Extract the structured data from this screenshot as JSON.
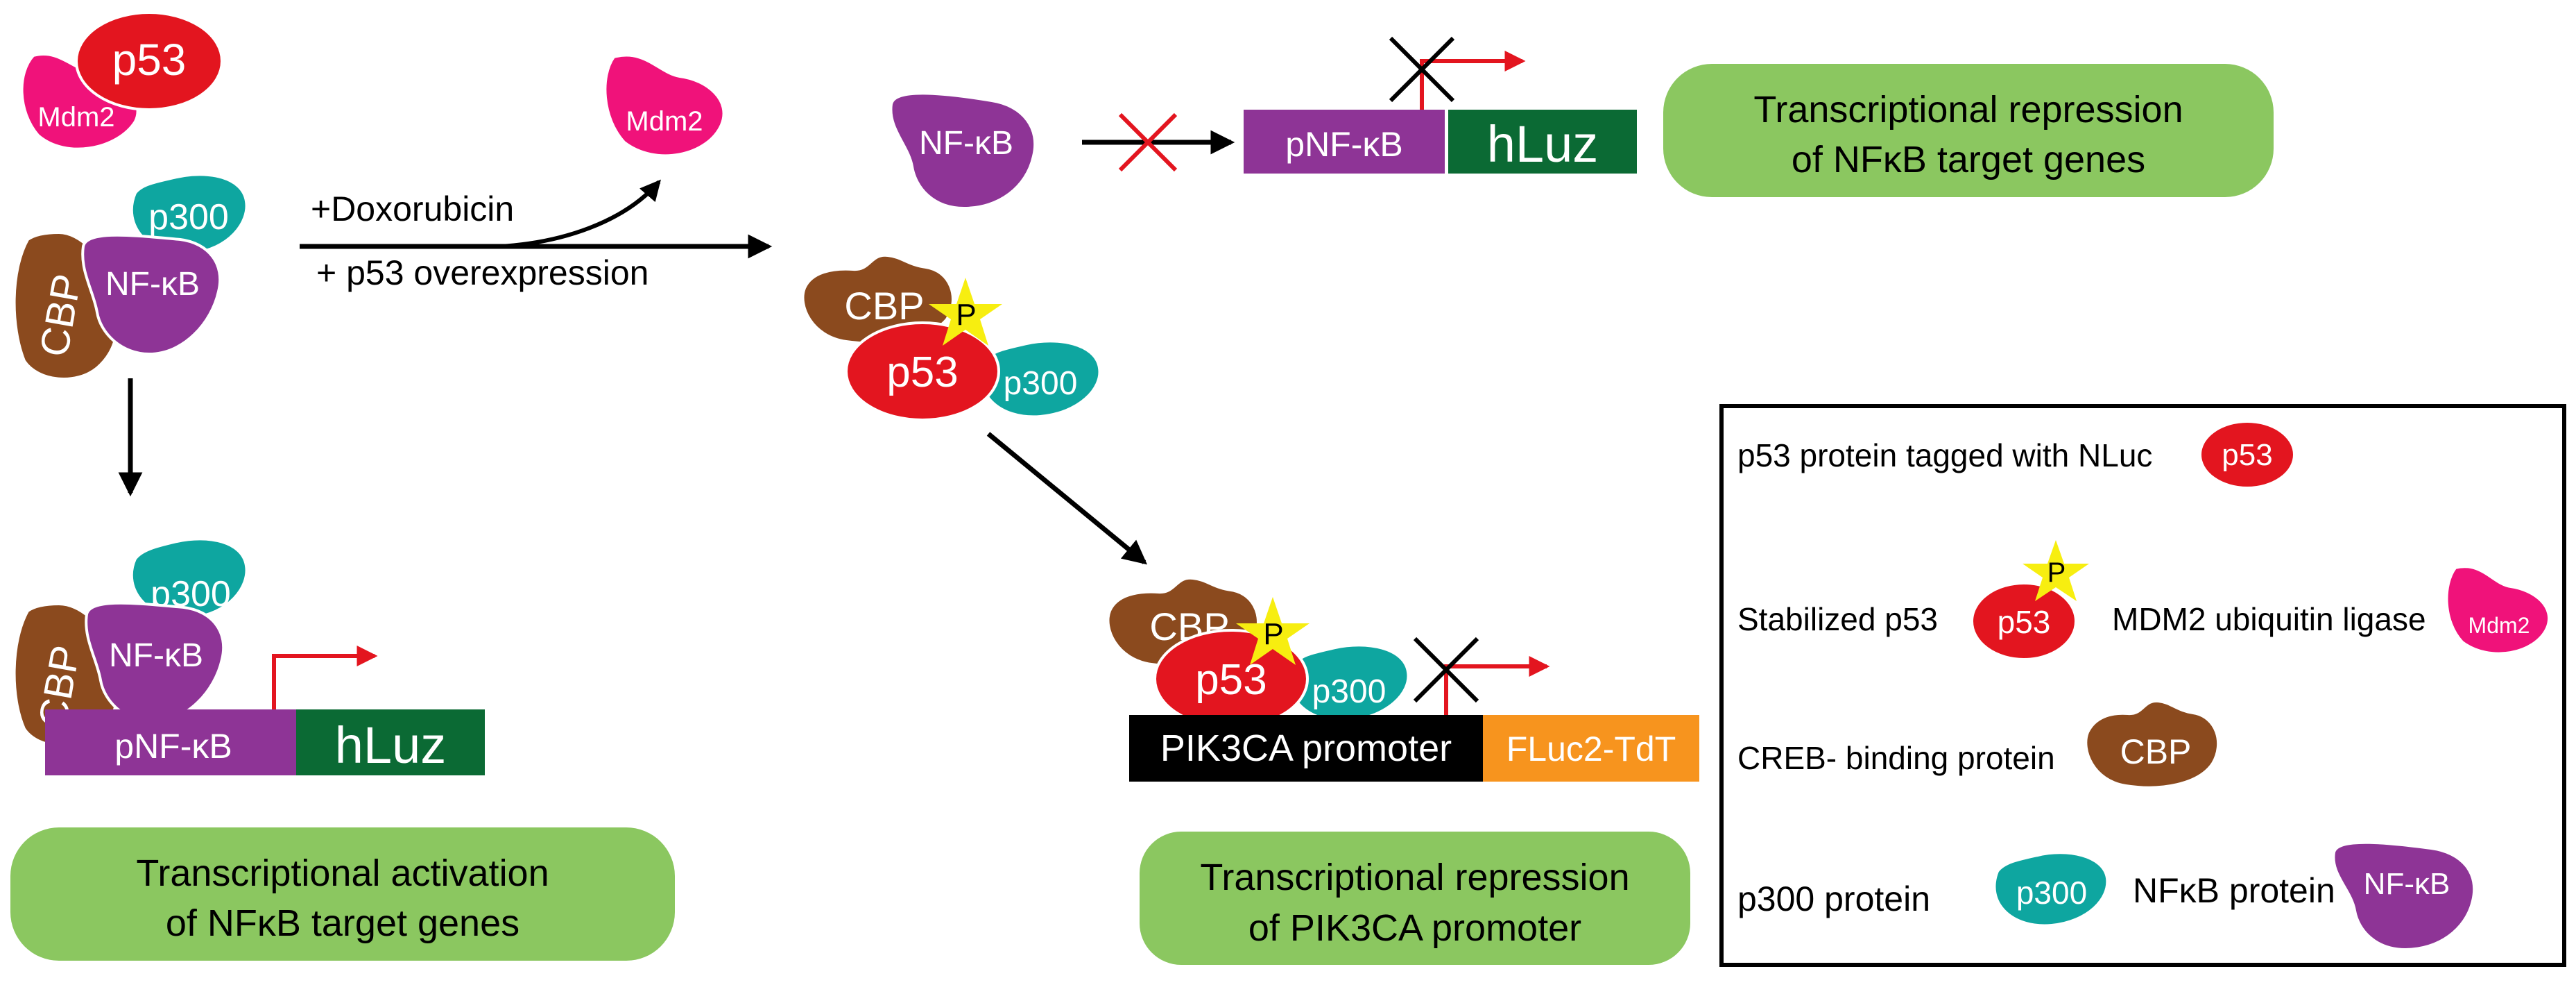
{
  "colors": {
    "p53": "#e3151f",
    "mdm2": "#f0127a",
    "p300": "#0ea6a0",
    "nfkb": "#8e3496",
    "cbp": "#8b4a1e",
    "phospho_star": "#f7ee10",
    "hluz": "#0b6a34",
    "pnfkb_promoter": "#8e3496",
    "pik3ca_promoter": "#000000",
    "fluc2": "#f7941e",
    "green_box": "#8bc760",
    "arrow_red": "#e3151f",
    "arrow_black": "#000000"
  },
  "molecules": {
    "p53": "p53",
    "mdm2": "Mdm2",
    "p300": "p300",
    "nfkb": "NF-κB",
    "cbp": "CBP",
    "phospho": "P"
  },
  "treatment": {
    "line1": "+Doxorubicin",
    "line2": "+ p53 overexpression"
  },
  "constructs": {
    "pnfkb": "pNF-κB",
    "hluz": "hLuz",
    "pik3ca": "PIK3CA promoter",
    "fluc2": "FLuc2-TdT"
  },
  "outcomes": {
    "activation_l1": "Transcriptional activation",
    "activation_l2": "of NFκB target genes",
    "repression_nfkb_l1": "Transcriptional repression",
    "repression_nfkb_l2": "of NFκB target genes",
    "repression_pik3ca_l1": "Transcriptional repression",
    "repression_pik3ca_l2": "of PIK3CA promoter"
  },
  "legend": {
    "p53_tagged": "p53 protein tagged with NLuc",
    "stabilized": "Stabilized p53",
    "mdm2": "MDM2 ubiquitin ligase",
    "creb": "CREB- binding protein",
    "p300": "p300 protein",
    "nfkb": "NFκB protein"
  }
}
